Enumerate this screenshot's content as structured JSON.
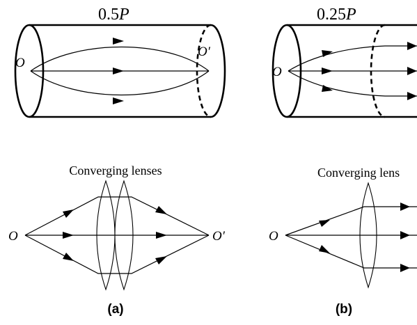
{
  "panel_a": {
    "field_label": "0.5P",
    "field_value": "0.5",
    "field_symbol": "P",
    "point_start": "O",
    "point_end": "O′",
    "lens_title": "Converging lenses",
    "lens_point_start": "O",
    "lens_point_end": "O′",
    "caption": "(a)"
  },
  "panel_b": {
    "field_label": "0.25P",
    "field_value": "0.25",
    "field_symbol": "P",
    "point_start": "O",
    "lens_title": "Converging lens",
    "lens_point_start": "O",
    "caption": "(b)"
  },
  "colors": {
    "ink": "#000000",
    "background": "#ffffff"
  }
}
